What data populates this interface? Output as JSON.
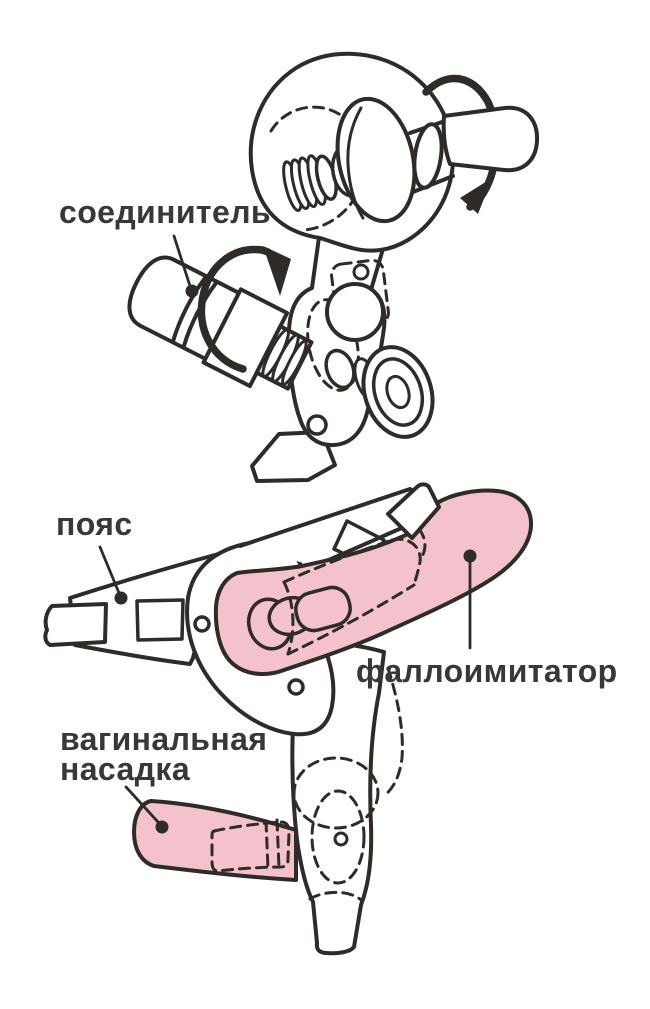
{
  "figure": {
    "background": "#ffffff",
    "line_color": "#2e2b29",
    "pink_fill": "#f4c2cc",
    "text_color": "#383838"
  },
  "labels": {
    "connector": "соединитель",
    "belt": "пояс",
    "dildo": "фаллоимитатор",
    "vaginal_line1": "вагинальная",
    "vaginal_line2": "насадка"
  }
}
